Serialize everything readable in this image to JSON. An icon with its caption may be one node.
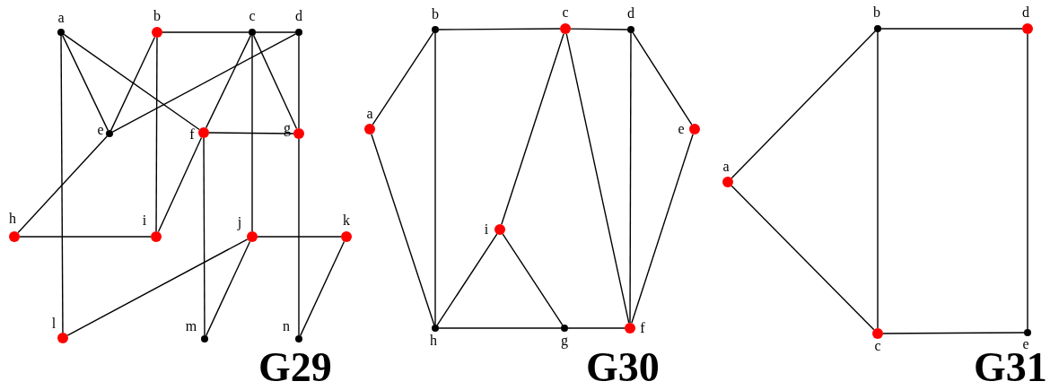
{
  "diagram": {
    "nodes": [
      {
        "text": [
          "a"
        ]
      },
      {
        "text": [
          "b"
        ]
      },
      {
        "text": [
          "c"
        ]
      },
      {
        "text": [
          "d"
        ]
      },
      {
        "text": [
          "e"
        ]
      },
      {
        "text": [
          "f"
        ]
      },
      {
        "text": [
          "g"
        ]
      },
      {
        "text": [
          "h"
        ]
      },
      {
        "text": [
          "i"
        ]
      },
      {
        "text": [
          "j"
        ]
      },
      {
        "text": [
          "k"
        ]
      },
      {
        "text": [
          "l"
        ]
      },
      {
        "text": [
          "m"
        ]
      },
      {
        "text": [
          "n"
        ]
      },
      {
        "text": [
          "a"
        ]
      },
      {
        "text": [
          "b"
        ]
      },
      {
        "text": [
          "c"
        ]
      },
      {
        "text": [
          "d"
        ]
      },
      {
        "text": [
          "e"
        ]
      },
      {
        "text": [
          "f"
        ]
      },
      {
        "text": [
          "g"
        ]
      },
      {
        "text": [
          "h"
        ]
      },
      {
        "text": [
          "i"
        ]
      },
      {
        "text": [
          "a"
        ]
      },
      {
        "text": [
          "b"
        ]
      },
      {
        "text": [
          "c"
        ]
      },
      {
        "text": [
          "d"
        ]
      },
      {
        "text": [
          "e"
        ]
      }
    ],
    "edges": [
      {
        "from": 0,
        "to": 4,
        "arrow": "none"
      },
      {
        "from": 0,
        "to": 5,
        "arrow": "none"
      },
      {
        "from": 0,
        "to": 11,
        "arrow": "none"
      },
      {
        "from": 1,
        "to": 2,
        "arrow": "none"
      },
      {
        "from": 1,
        "to": 4,
        "arrow": "none"
      },
      {
        "from": 1,
        "to": 8,
        "arrow": "none"
      },
      {
        "from": 2,
        "to": 3,
        "arrow": "none"
      },
      {
        "from": 2,
        "to": 5,
        "arrow": "none"
      },
      {
        "from": 2,
        "to": 6,
        "arrow": "none"
      },
      {
        "from": 2,
        "to": 9,
        "arrow": "none"
      },
      {
        "from": 3,
        "to": 4,
        "arrow": "none"
      },
      {
        "from": 3,
        "to": 6,
        "arrow": "none"
      },
      {
        "from": 4,
        "to": 7,
        "arrow": "none"
      },
      {
        "from": 5,
        "to": 6,
        "arrow": "none"
      },
      {
        "from": 5,
        "to": 8,
        "arrow": "none"
      },
      {
        "from": 5,
        "to": 12,
        "arrow": "none"
      },
      {
        "from": 6,
        "to": 13,
        "arrow": "none"
      },
      {
        "from": 7,
        "to": 8,
        "arrow": "none"
      },
      {
        "from": 9,
        "to": 10,
        "arrow": "none"
      },
      {
        "from": 9,
        "to": 11,
        "arrow": "none"
      },
      {
        "from": 9,
        "to": 12,
        "arrow": "none"
      },
      {
        "from": 10,
        "to": 13,
        "arrow": "none"
      },
      {
        "from": 14,
        "to": 15,
        "arrow": "none"
      },
      {
        "from": 14,
        "to": 21,
        "arrow": "none"
      },
      {
        "from": 15,
        "to": 16,
        "arrow": "none"
      },
      {
        "from": 15,
        "to": 21,
        "arrow": "none"
      },
      {
        "from": 16,
        "to": 17,
        "arrow": "none"
      },
      {
        "from": 16,
        "to": 22,
        "arrow": "none"
      },
      {
        "from": 16,
        "to": 19,
        "arrow": "none"
      },
      {
        "from": 17,
        "to": 19,
        "arrow": "none"
      },
      {
        "from": 17,
        "to": 18,
        "arrow": "none"
      },
      {
        "from": 18,
        "to": 19,
        "arrow": "none"
      },
      {
        "from": 21,
        "to": 22,
        "arrow": "none"
      },
      {
        "from": 22,
        "to": 20,
        "arrow": "none"
      },
      {
        "from": 21,
        "to": 20,
        "arrow": "none"
      },
      {
        "from": 20,
        "to": 19,
        "arrow": "none"
      },
      {
        "from": 23,
        "to": 24,
        "arrow": "none"
      },
      {
        "from": 23,
        "to": 25,
        "arrow": "none"
      },
      {
        "from": 24,
        "to": 25,
        "arrow": "none"
      },
      {
        "from": 24,
        "to": 26,
        "arrow": "none"
      },
      {
        "from": 26,
        "to": 27,
        "arrow": "none"
      },
      {
        "from": 25,
        "to": 27,
        "arrow": "none"
      }
    ],
    "labels": [
      "G29",
      "G30",
      "G31"
    ]
  }
}
